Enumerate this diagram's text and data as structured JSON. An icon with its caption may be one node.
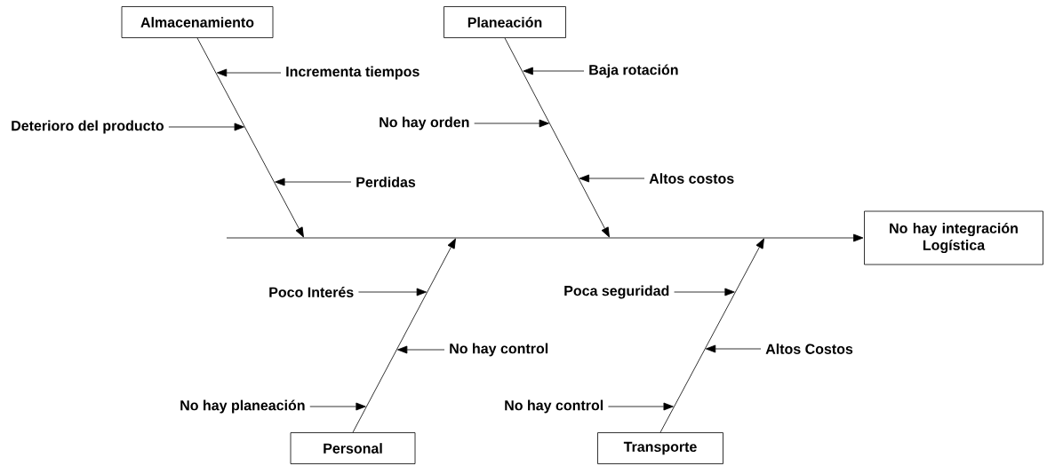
{
  "diagram": {
    "nodes": [
      {
        "text": [
          "Almacenamiento"
        ]
      },
      {
        "text": [
          "Planeación"
        ]
      },
      {
        "text": [
          "Incrementa tiempos"
        ]
      },
      {
        "text": [
          "Baja rotación"
        ]
      },
      {
        "text": [
          "Deterioro del producto"
        ]
      },
      {
        "text": [
          "No hay orden"
        ]
      },
      {
        "text": [
          "Perdidas"
        ]
      },
      {
        "text": [
          "Altos costos"
        ]
      },
      {
        "text": [
          "No hay integración Logística"
        ]
      },
      {
        "text": [
          "Poco Interés"
        ]
      },
      {
        "text": [
          "Poca seguridad"
        ]
      },
      {
        "text": [
          "No hay control"
        ]
      },
      {
        "text": [
          "Altos Costos"
        ]
      },
      {
        "text": [
          "No hay planeación"
        ]
      },
      {
        "text": [
          "No hay control"
        ]
      },
      {
        "text": [
          "Personal"
        ]
      },
      {
        "text": [
          "Transporte"
        ]
      }
    ],
    "edges": [
      {
        "from": null,
        "to": 8,
        "arrow": "to"
      },
      {
        "from": 0,
        "to": null,
        "arrow": "to"
      },
      {
        "from": 1,
        "to": null,
        "arrow": "to"
      },
      {
        "from": 15,
        "to": null,
        "arrow": "to"
      },
      {
        "from": 16,
        "to": null,
        "arrow": "to"
      },
      {
        "from": 2,
        "to": null,
        "arrow": "to"
      },
      {
        "from": 3,
        "to": null,
        "arrow": "to"
      },
      {
        "from": 4,
        "to": null,
        "arrow": "to"
      },
      {
        "from": 5,
        "to": null,
        "arrow": "to"
      },
      {
        "from": 6,
        "to": null,
        "arrow": "to"
      },
      {
        "from": 7,
        "to": null,
        "arrow": "to"
      },
      {
        "from": 9,
        "to": null,
        "arrow": "to"
      },
      {
        "from": 10,
        "to": null,
        "arrow": "to"
      },
      {
        "from": 11,
        "to": null,
        "arrow": "to"
      },
      {
        "from": 12,
        "to": null,
        "arrow": "to"
      },
      {
        "from": 13,
        "to": null,
        "arrow": "to"
      },
      {
        "from": 14,
        "to": null,
        "arrow": "to"
      }
    ]
  }
}
